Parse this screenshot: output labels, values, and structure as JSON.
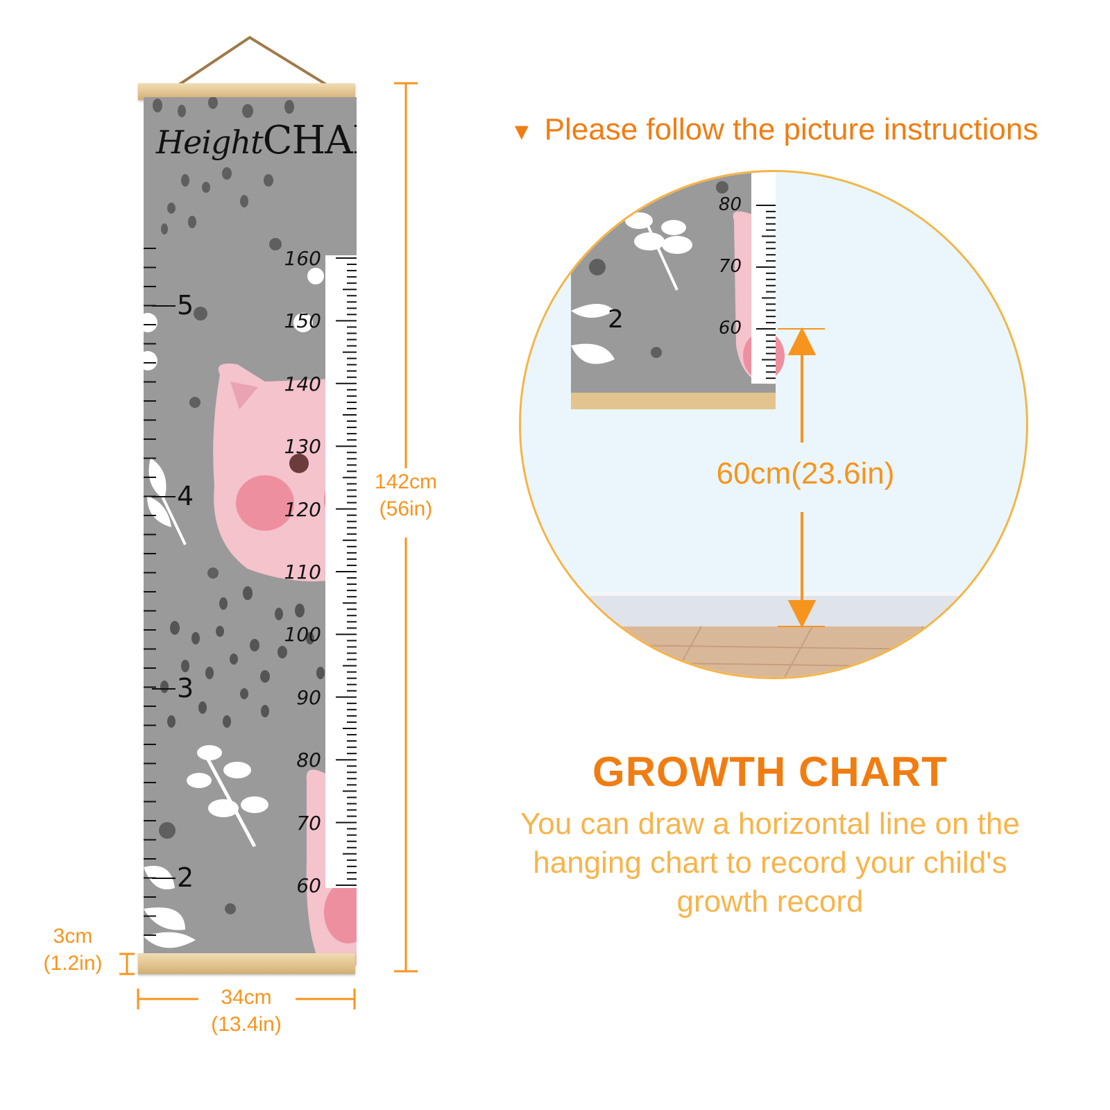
{
  "chart": {
    "title_small": "Height",
    "title_big": "CHART",
    "cm_labels": [
      "160",
      "150",
      "140",
      "130",
      "120",
      "110",
      "100",
      "90",
      "80",
      "70",
      "60"
    ],
    "ft_labels": [
      "5",
      "4",
      "3",
      "2"
    ]
  },
  "dimensions": {
    "height_cm": "142cm",
    "height_in": "(56in)",
    "width_cm": "34cm",
    "width_in": "(13.4in)",
    "bar_cm": "3cm",
    "bar_in": "(1.2in)"
  },
  "instructions": {
    "heading": "Please follow the picture instructions",
    "detail_labels": [
      "80",
      "70",
      "60"
    ],
    "detail_ft_label": "2",
    "mount_height": "60cm(23.6in)"
  },
  "info": {
    "title": "GROWTH CHART",
    "body": "You can draw a horizontal line on the hanging chart to record your child's growth record"
  },
  "colors": {
    "accent": "#f07d12",
    "canvas": "#9a9a9a",
    "pig": "#f4c3cc",
    "wood": "#e3c48f"
  }
}
